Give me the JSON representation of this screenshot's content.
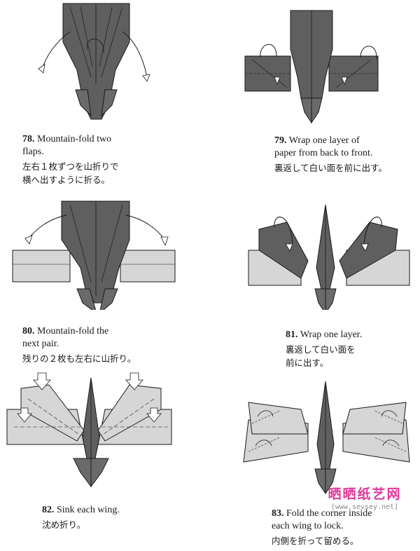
{
  "steps": [
    {
      "num": "78.",
      "en": [
        "Mountain-fold two",
        "flaps."
      ],
      "jp": [
        "左右１枚ずつを山折りで",
        "横へ出すように折る。"
      ]
    },
    {
      "num": "79.",
      "en": [
        "Wrap one layer of",
        "paper from back to front."
      ],
      "jp": [
        "裏返して白い面を前に出す。"
      ]
    },
    {
      "num": "80.",
      "en": [
        "Mountain-fold the",
        "next pair."
      ],
      "jp": [
        "残りの２枚も左右に山折り。"
      ]
    },
    {
      "num": "81.",
      "en": [
        "Wrap one layer."
      ],
      "jp": [
        "裏返して白い面を",
        "前に出す。"
      ]
    },
    {
      "num": "82.",
      "en": [
        "Sink each wing."
      ],
      "jp": [
        "沈め折り。"
      ]
    },
    {
      "num": "83.",
      "en": [
        "Fold the corner inside",
        "each wing to lock."
      ],
      "jp": [
        "内側を折って留める。"
      ]
    }
  ],
  "watermark": {
    "site_cn": "晒晒纸艺网",
    "url": "[www.sevsey.net]"
  },
  "colors": {
    "paper_dark": "#5f5f5f",
    "paper_light": "#d6d6d6",
    "line": "#1a1a1a",
    "watermark": "#e0399a"
  }
}
